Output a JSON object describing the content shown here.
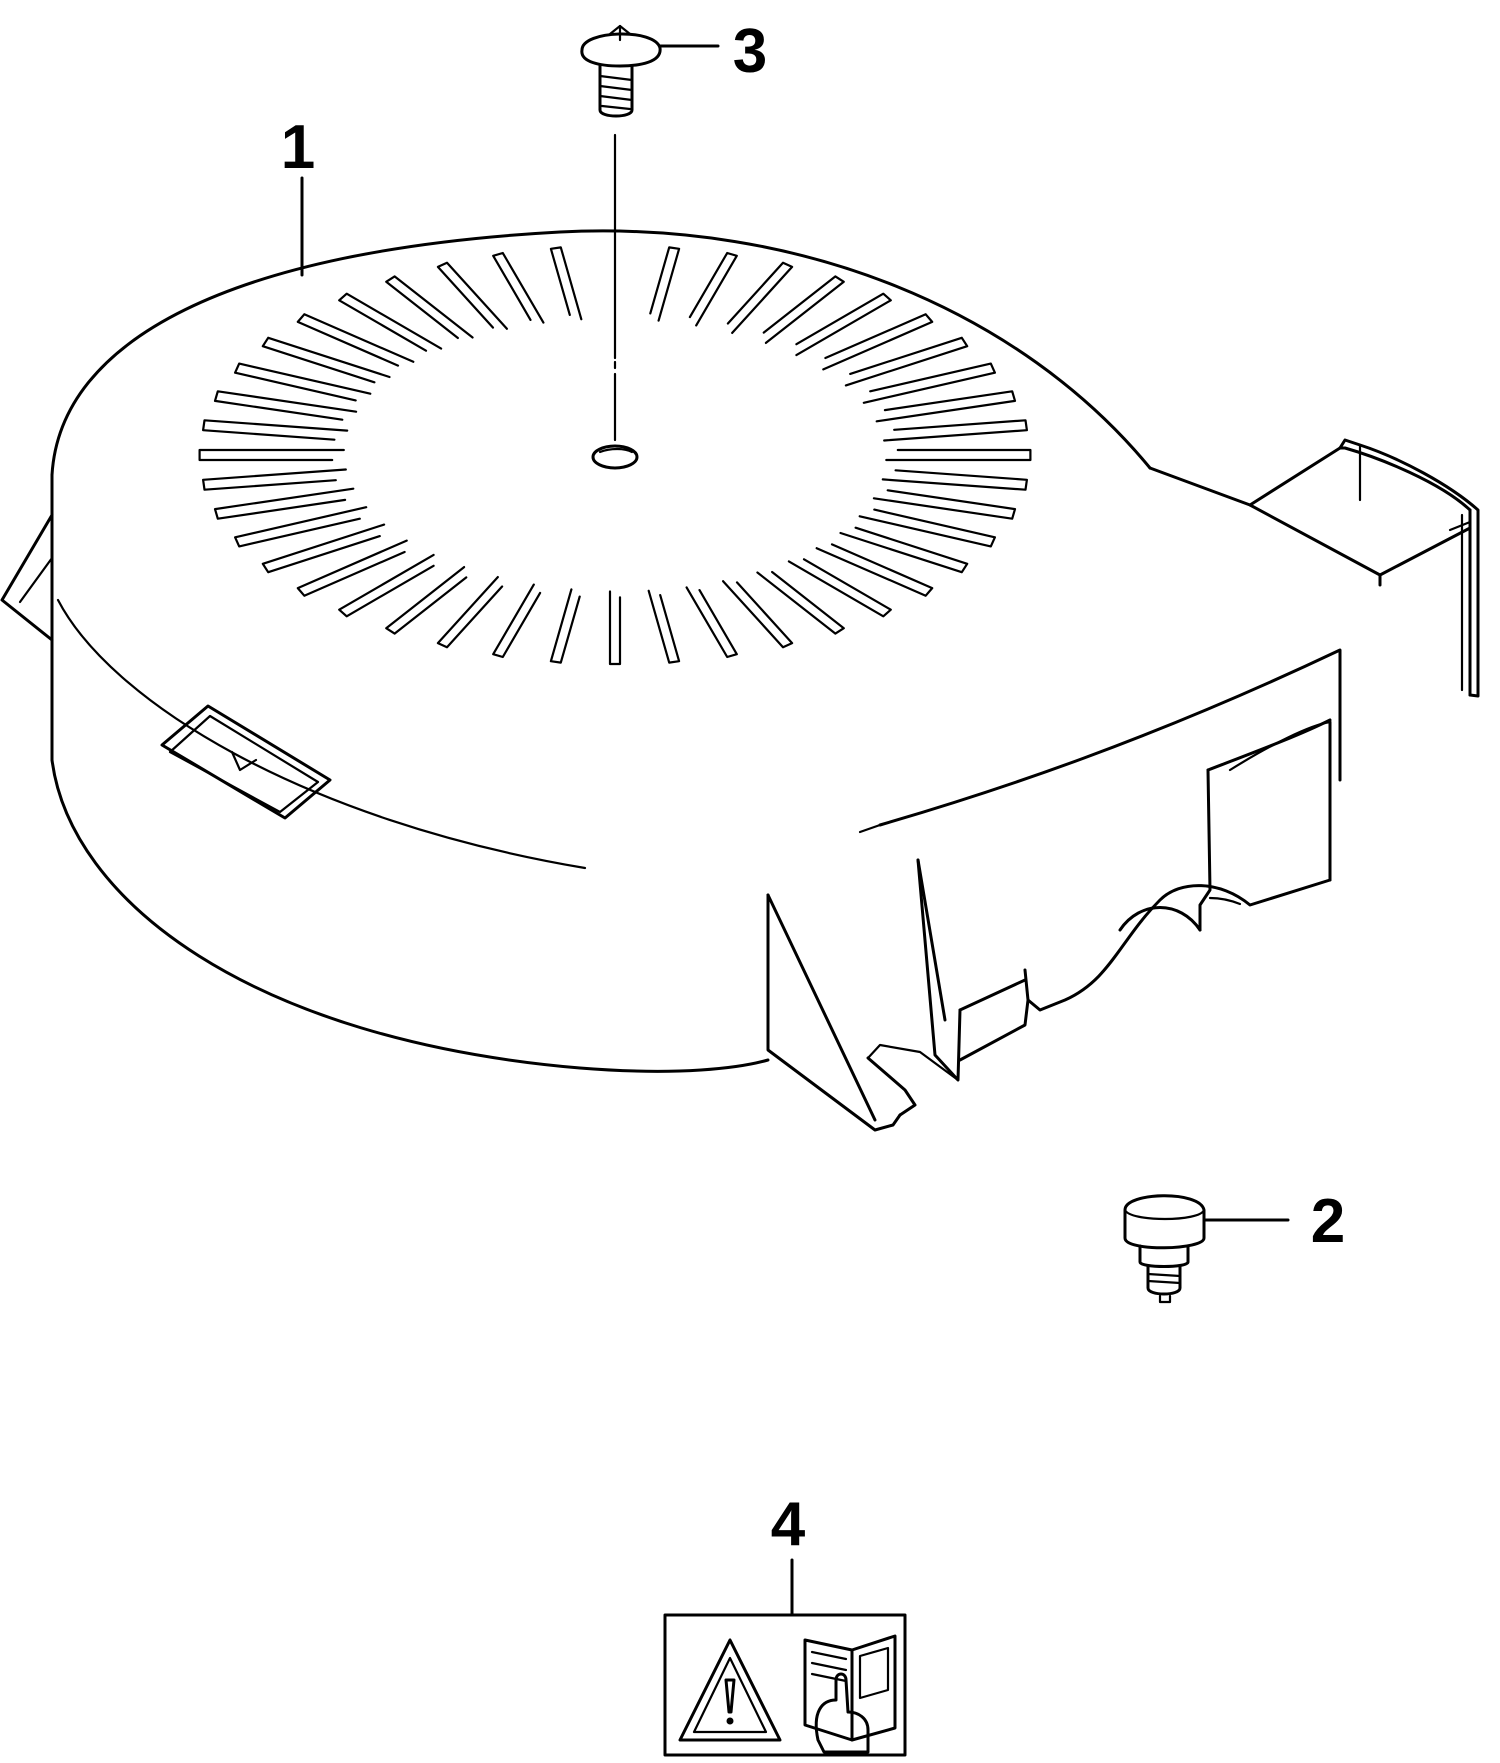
{
  "callouts": [
    {
      "id": "1",
      "label": "1",
      "part": "blower-housing"
    },
    {
      "id": "2",
      "label": "2",
      "part": "plug"
    },
    {
      "id": "3",
      "label": "3",
      "part": "screw"
    },
    {
      "id": "4",
      "label": "4",
      "part": "warning-decal"
    }
  ],
  "icons": {
    "decal_left": "warning-triangle-icon",
    "decal_right": "read-manual-icon"
  }
}
